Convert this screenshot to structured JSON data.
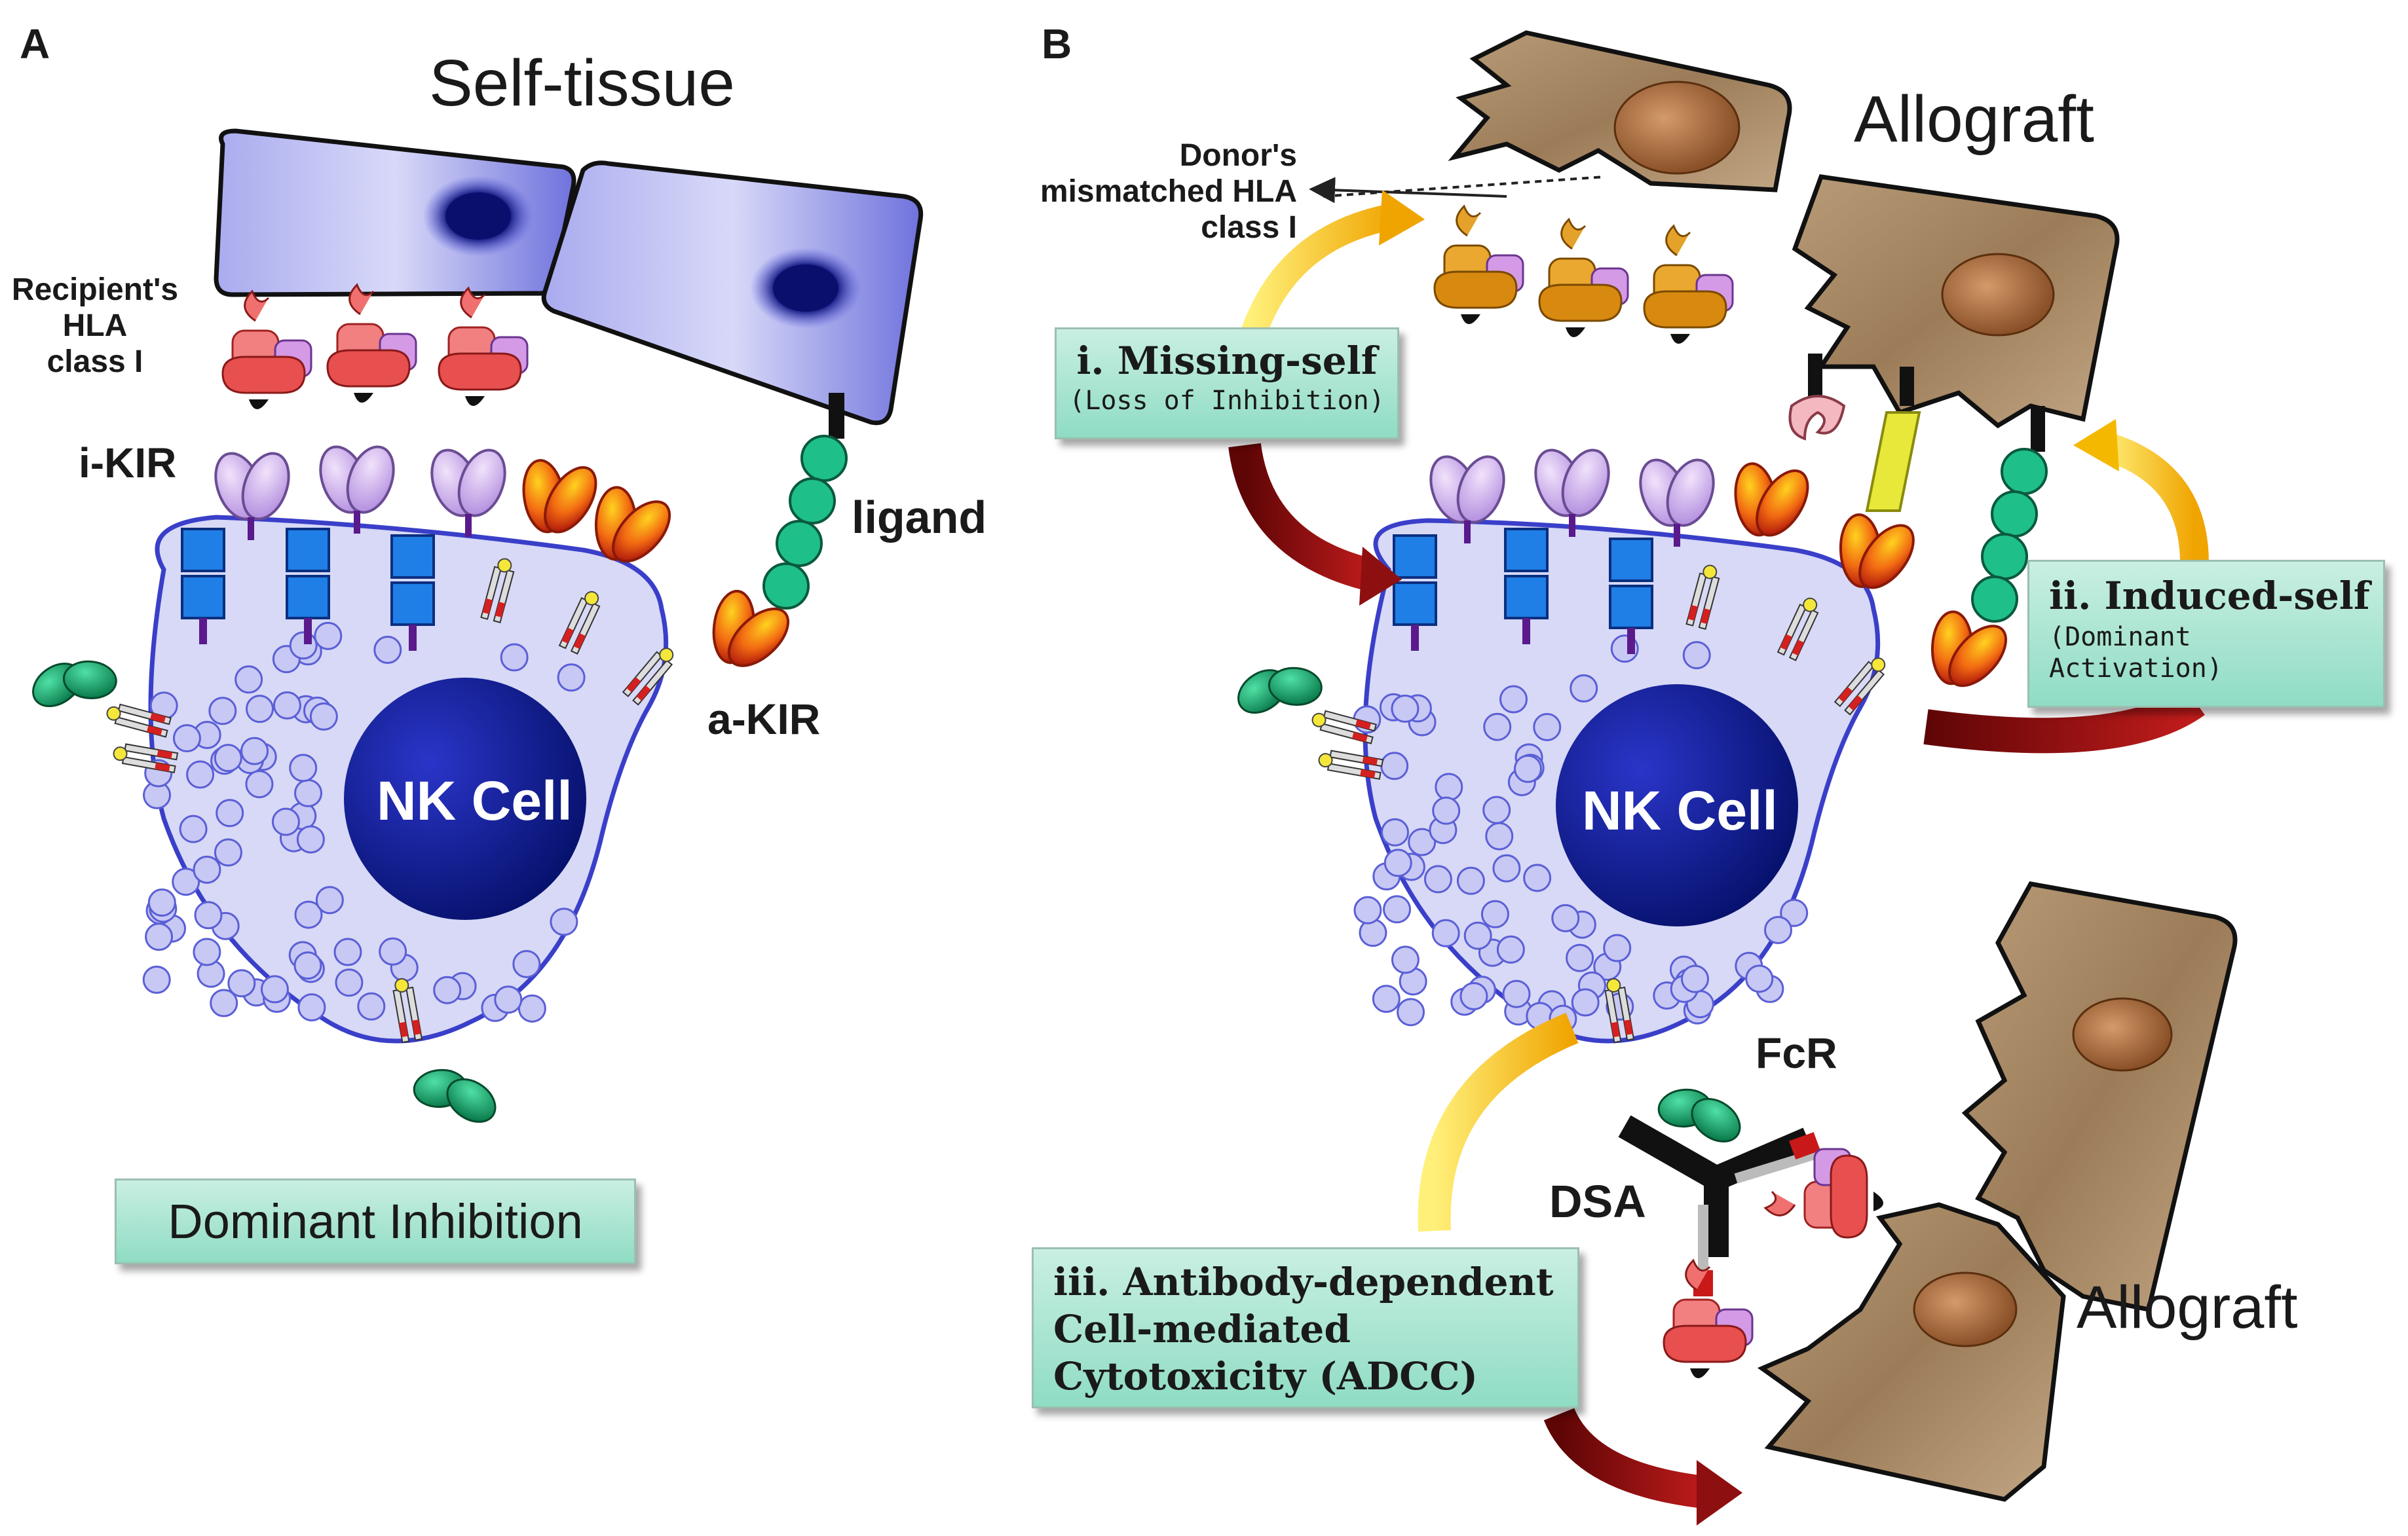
{
  "panel_a": {
    "letter": "A",
    "title": "Self-tissue",
    "recipient_hla": [
      "Recipient's",
      "HLA",
      "class I"
    ],
    "i_kir": "i-KIR",
    "ligand": "ligand",
    "a_kir": "a-KIR",
    "nk_cell": "NK Cell",
    "box": "Dominant Inhibition"
  },
  "panel_b": {
    "letter": "B",
    "allograft_top": "Allograft",
    "donor_hla": [
      "Donor's",
      "mismatched HLA",
      "class I"
    ],
    "missing_self": {
      "title": "i. Missing-self",
      "sub": "(Loss of Inhibition)"
    },
    "induced_self": {
      "title": "ii. Induced-self",
      "sub1": "(Dominant",
      "sub2": "Activation)"
    },
    "nk_cell": "NK Cell",
    "fcr": "FcR",
    "dsa": "DSA",
    "allograft_bottom": "Allograft",
    "adcc": [
      "iii. Antibody-dependent",
      "Cell-mediated",
      "Cytotoxicity (ADCC)"
    ]
  },
  "colors": {
    "cell_fill": "#d7d9f6",
    "cell_border": "#3a3fc9",
    "nucleus": "#0b1a8c",
    "self_tissue": "#8d8fe6",
    "allograft": "#a88a66",
    "box_fill": "#a8e5d2",
    "arrow_dark": "#8e0f10",
    "arrow_yellow": "#f5b800"
  }
}
